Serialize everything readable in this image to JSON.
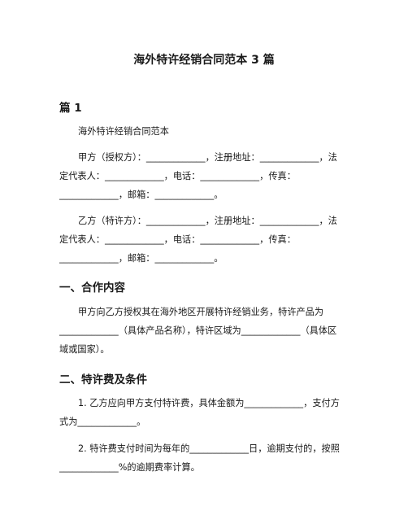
{
  "title": "海外特许经销合同范本 3 篇",
  "section1": {
    "heading": "篇 1",
    "subtitle": "海外特许经销合同范本",
    "party_a": [
      "甲方（授权方）：_____________，注册地址：_____________，法",
      "定代表人：_____________，电话：_____________，传真：",
      "_____________，邮箱：_____________。"
    ],
    "party_b": [
      "乙方（特许方）：_____________，注册地址：_____________，法",
      "定代表人：_____________，电话：_____________，传真：",
      "_____________，邮箱：_____________。"
    ]
  },
  "cooperation": {
    "heading": "一、合作内容",
    "lines": [
      "甲方向乙方授权其在海外地区开展特许经销业务，特许产品为",
      "_____________（具体产品名称），特许区域为_____________（具体区",
      "域或国家）。"
    ]
  },
  "fees": {
    "heading": "二、特许费及条件",
    "item1": [
      "1. 乙方应向甲方支付特许费，具体金额为_____________，支付方",
      "式为_____________。"
    ],
    "item2": [
      "2. 特许费支付时间为每年的_____________日，逾期支付的，按照",
      "_____________%的逾期费率计算。"
    ]
  }
}
